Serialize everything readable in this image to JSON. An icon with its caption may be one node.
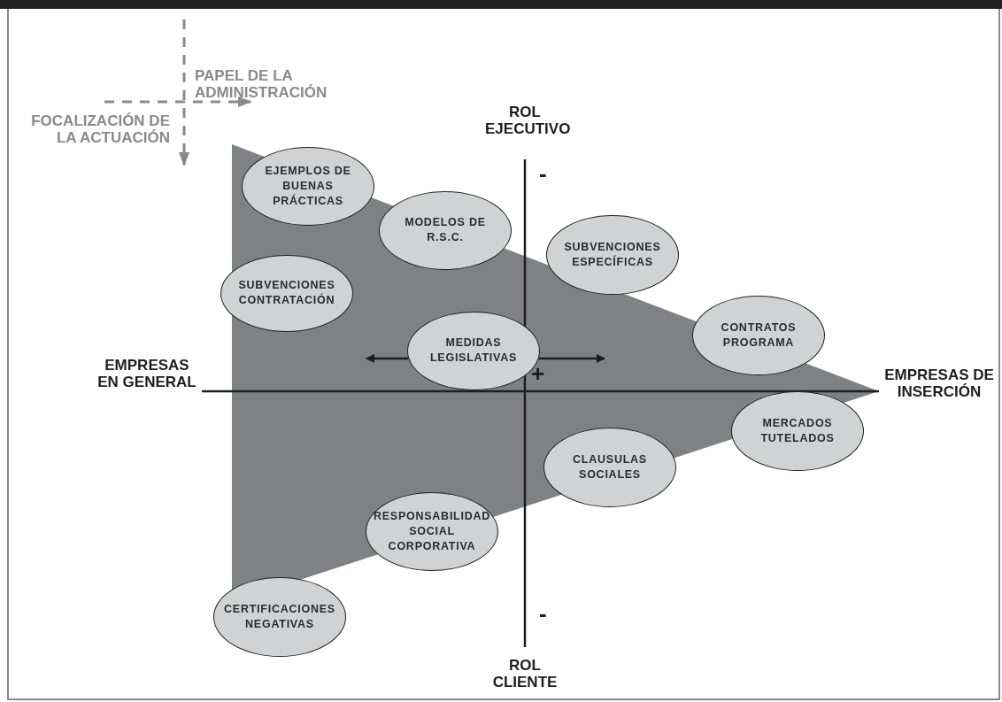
{
  "diagram": {
    "nodes": [
      {
        "text": [
          "EJEMPLOS DE BUENAS PRÁCTICAS"
        ]
      },
      {
        "text": [
          "MODELOS DE R.S.C."
        ]
      },
      {
        "text": [
          "SUBVENCIONES ESPECÍFICAS"
        ]
      },
      {
        "text": [
          "SUBVENCIONES CONTRATACIÓN"
        ]
      },
      {
        "text": [
          "CONTRATOS PROGRAMA"
        ]
      },
      {
        "text": [
          "MEDIDAS LEGISLATIVAS"
        ]
      },
      {
        "text": [
          "MERCADOS TUTELADOS"
        ]
      },
      {
        "text": [
          "CLAUSULAS SOCIALES"
        ]
      },
      {
        "text": [
          "RESPONSABILIDAD SOCIAL CORPORATIVA"
        ]
      },
      {
        "text": [
          "CERTIFICACIONES NEGATIVAS"
        ]
      }
    ],
    "edges": [
      {
        "from": 5,
        "to": null,
        "arrow": "to"
      },
      {
        "from": 5,
        "to": null,
        "arrow": "to"
      }
    ],
    "labels": [
      "PAPEL DE LA ADMINISTRACIÓN",
      "ROL EJECUTIVO",
      "FOCALIZACIÓN DE LA ACTUACIÓN",
      "-",
      "+",
      "EMPRESAS EN GENERAL",
      "EMPRESAS DE INSERCIÓN",
      "-",
      "ROL CLIENTE"
    ]
  }
}
